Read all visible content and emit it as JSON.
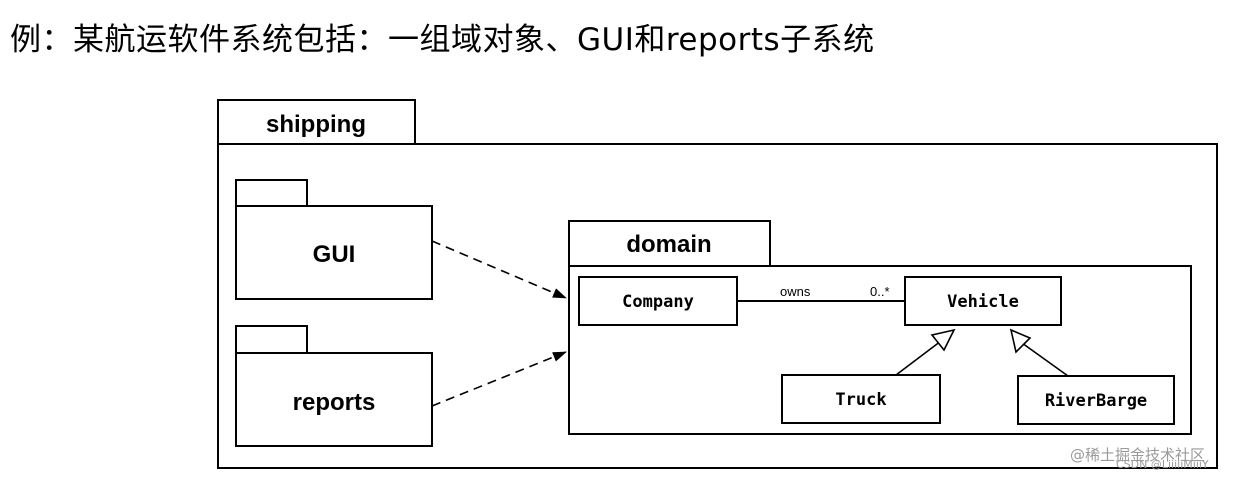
{
  "heading": "例：某航运软件系统包括：一组域对象、GUI和reports子系统",
  "diagram": {
    "outer_package": "shipping",
    "packages": {
      "gui": "GUI",
      "reports": "reports",
      "domain": "domain"
    },
    "classes": {
      "company": "Company",
      "vehicle": "Vehicle",
      "truck": "Truck",
      "river_barge": "RiverBarge"
    },
    "association": {
      "name": "owns",
      "multiplicity": "0..*"
    }
  },
  "watermark": {
    "line1": "@稀土掘金技术社区",
    "line2": "CSDN @LiiiiiMiiiY"
  }
}
